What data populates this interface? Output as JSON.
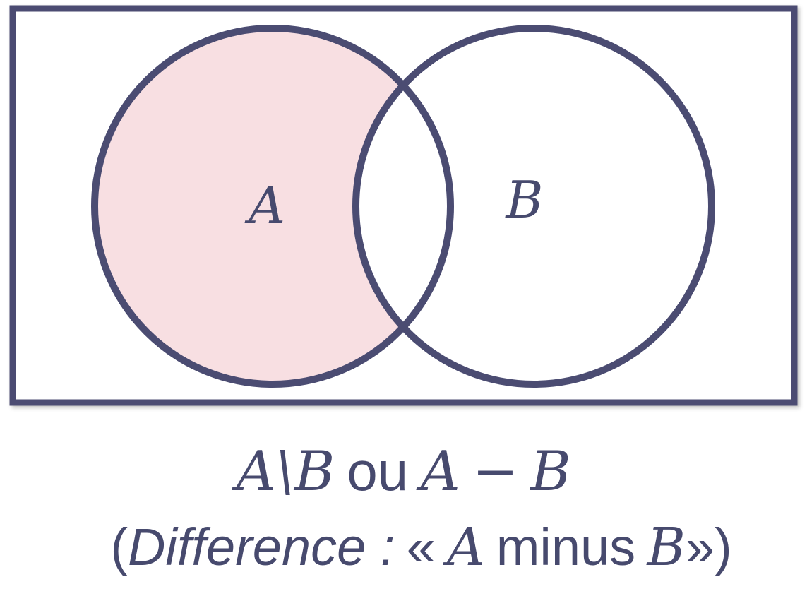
{
  "diagram": {
    "set_a_label": "A",
    "set_b_label": "B",
    "colors": {
      "outline": "#4b4c72",
      "shaded_region": "#f8dfe2",
      "background": "#ffffff"
    }
  },
  "caption": {
    "formula": {
      "a": "A",
      "setminus": "\\",
      "b": "B",
      "or_word": "ou",
      "a2": "A",
      "minus_sign": "−",
      "b2": "B"
    },
    "description": {
      "open": "(",
      "term": "Difference :",
      "quote_open": "«",
      "a": "A",
      "minus_word": "minus",
      "b": "B",
      "close": "»)"
    }
  }
}
